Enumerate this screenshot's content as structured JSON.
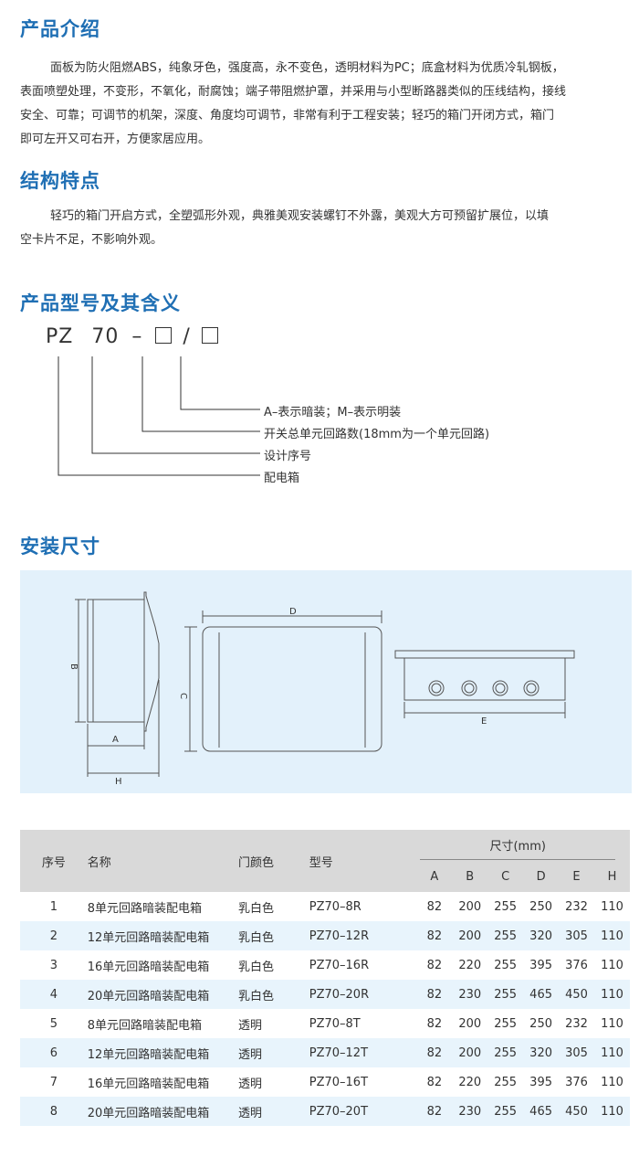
{
  "intro": {
    "title": "产品介绍",
    "lines": [
      "面板为防火阻燃ABS，纯象牙色，强度高，永不变色，透明材料为PC；底盒材料为优质冷轧钢板，",
      "表面喷塑处理，不变形，不氧化，耐腐蚀；端子带阻燃护罩，并采用与小型断路器类似的压线结构，接线",
      "安全、可靠；可调节的机架，深度、角度均可调节，非常有利于工程安装；轻巧的箱门开闭方式，箱门",
      "即可左开又可右开，方便家居应用。"
    ]
  },
  "structure": {
    "title": "结构特点",
    "lines": [
      "轻巧的箱门开启方式，全塑弧形外观，典雅美观安装螺钉不外露，美观大方可预留扩展位，以填",
      "空卡片不足，不影响外观。"
    ]
  },
  "model": {
    "title": "产品型号及其含义",
    "prefix": "PZ",
    "series": "70",
    "dash": "–",
    "slash": "/",
    "legend": [
      "A–表示暗装；M–表示明装",
      "开关总单元回路数(18mm为一个单元回路)",
      "设计序号",
      "配电箱"
    ]
  },
  "install": {
    "title": "安装尺寸",
    "labels": {
      "A": "A",
      "B": "B",
      "C": "C",
      "D": "D",
      "E": "E",
      "H": "H"
    }
  },
  "table": {
    "headers": {
      "idx": "序号",
      "name": "名称",
      "color": "门颜色",
      "model": "型号",
      "dims": "尺寸(mm)"
    },
    "dim_cols": [
      "A",
      "B",
      "C",
      "D",
      "E",
      "H"
    ],
    "rows": [
      {
        "idx": "1",
        "name": "8单元回路暗装配电箱",
        "color": "乳白色",
        "model": "PZ70–8R",
        "dims": [
          "82",
          "200",
          "255",
          "250",
          "232",
          "110"
        ]
      },
      {
        "idx": "2",
        "name": "12单元回路暗装配电箱",
        "color": "乳白色",
        "model": "PZ70–12R",
        "dims": [
          "82",
          "200",
          "255",
          "320",
          "305",
          "110"
        ]
      },
      {
        "idx": "3",
        "name": "16单元回路暗装配电箱",
        "color": "乳白色",
        "model": "PZ70–16R",
        "dims": [
          "82",
          "220",
          "255",
          "395",
          "376",
          "110"
        ]
      },
      {
        "idx": "4",
        "name": "20单元回路暗装配电箱",
        "color": "乳白色",
        "model": "PZ70–20R",
        "dims": [
          "82",
          "230",
          "255",
          "465",
          "450",
          "110"
        ]
      },
      {
        "idx": "5",
        "name": "8单元回路暗装配电箱",
        "color": "透明",
        "model": "PZ70–8T",
        "dims": [
          "82",
          "200",
          "255",
          "250",
          "232",
          "110"
        ]
      },
      {
        "idx": "6",
        "name": "12单元回路暗装配电箱",
        "color": "透明",
        "model": "PZ70–12T",
        "dims": [
          "82",
          "200",
          "255",
          "320",
          "305",
          "110"
        ]
      },
      {
        "idx": "7",
        "name": "16单元回路暗装配电箱",
        "color": "透明",
        "model": "PZ70–16T",
        "dims": [
          "82",
          "220",
          "255",
          "395",
          "376",
          "110"
        ]
      },
      {
        "idx": "8",
        "name": "20单元回路暗装配电箱",
        "color": "透明",
        "model": "PZ70–20T",
        "dims": [
          "82",
          "230",
          "255",
          "465",
          "450",
          "110"
        ]
      }
    ]
  },
  "colors": {
    "heading": "#1f6fb4",
    "diagram_bg": "#e3f1fb",
    "table_header_bg": "#d9d9d9",
    "row_alt_bg": "#e8f4fc"
  }
}
